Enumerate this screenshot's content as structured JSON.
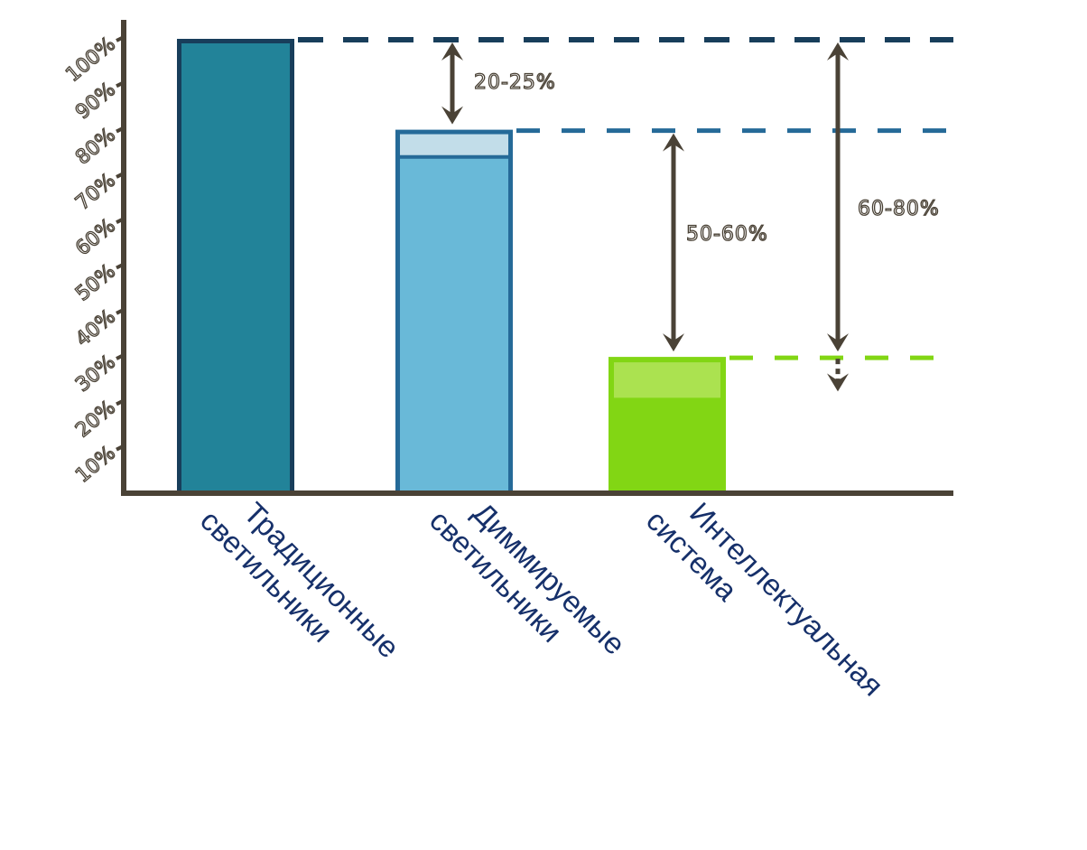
{
  "chart_data": {
    "type": "bar",
    "title": "",
    "xlabel": "",
    "ylabel": "",
    "ylim": [
      0,
      100
    ],
    "yticks": [
      "10%",
      "20%",
      "30%",
      "40%",
      "50%",
      "60%",
      "70%",
      "80%",
      "90%",
      "100%"
    ],
    "categories": [
      {
        "line1": "Традиционные",
        "line2": "светильники"
      },
      {
        "line1": "Диммируемые",
        "line2": "светильники"
      },
      {
        "line1": "Интеллектуальная",
        "line2": "система"
      }
    ],
    "values": [
      100,
      80,
      30
    ],
    "highlight_band_bottom": [
      null,
      74,
      21
    ],
    "colors": {
      "bar_fill": [
        "#228399",
        "#69b9d8",
        "#82d614"
      ],
      "bar_border": [
        "#183e5b",
        "#256a98",
        "#82d614"
      ],
      "band_fill": [
        null,
        "#c2dde9",
        "#abe250"
      ],
      "axis": "#4a4236"
    },
    "annotations": [
      {
        "label": "20-25%",
        "from": 100,
        "to": 80
      },
      {
        "label": "50-60%",
        "from": 80,
        "to": 30
      },
      {
        "label": "60-80%",
        "from": 100,
        "to": 30,
        "dotted_to": 20
      }
    ]
  }
}
